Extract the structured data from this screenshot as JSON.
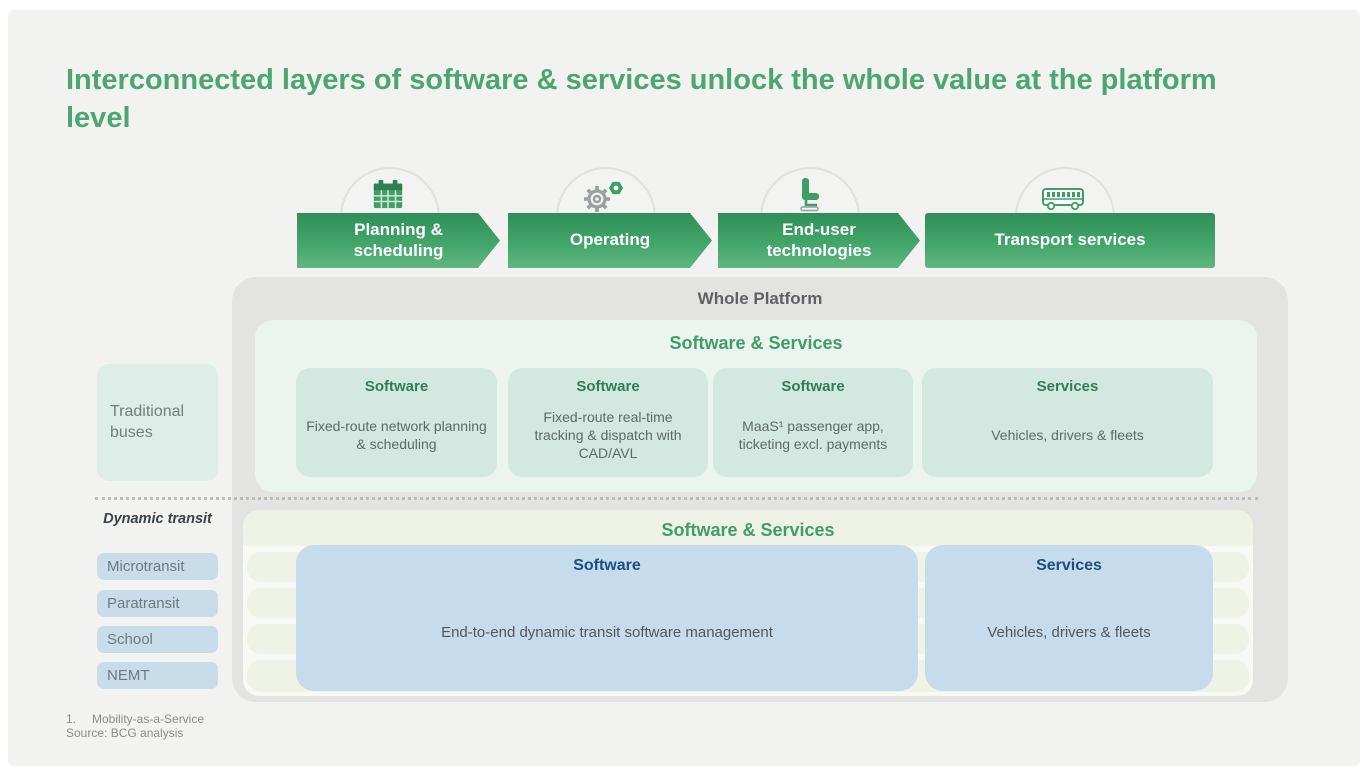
{
  "slide_title": "Interconnected layers of software & services unlock the whole value at the platform level",
  "stages": [
    {
      "label": "Planning & scheduling",
      "icon": "calendar-icon"
    },
    {
      "label": "Operating",
      "icon": "gears-icon"
    },
    {
      "label": "End-user technologies",
      "icon": "seat-icon"
    },
    {
      "label": "Transport services",
      "icon": "bus-icon"
    }
  ],
  "platform": {
    "title": "Whole Platform",
    "traditional_section": {
      "heading": "Software & Services",
      "boxes": [
        {
          "title": "Software",
          "body": "Fixed-route network planning & scheduling"
        },
        {
          "title": "Software",
          "body": "Fixed-route real-time tracking & dispatch with CAD/AVL"
        },
        {
          "title": "Software",
          "body": "MaaS¹ passenger app, ticketing excl. payments"
        },
        {
          "title": "Services",
          "body": "Vehicles, drivers & fleets"
        }
      ]
    },
    "dynamic_section": {
      "heading": "Software & Services",
      "boxes": [
        {
          "title": "Software",
          "body": "End-to-end dynamic transit software management"
        },
        {
          "title": "Services",
          "body": "Vehicles, drivers & fleets"
        }
      ]
    }
  },
  "sidebar": {
    "traditional_label": "Traditional buses",
    "dynamic_label": "Dynamic transit",
    "dynamic_items": [
      "Microtransit",
      "Paratransit",
      "School",
      "NEMT"
    ]
  },
  "footnotes": {
    "note_marker": "1.",
    "note_text": "Mobility-as-a-Service",
    "source": "Source: BCG analysis"
  },
  "colors": {
    "title_green": "#4ca672",
    "chevron_green_dark": "#2e8f58",
    "chevron_green_light": "#5fb681",
    "section_heading_green": "#3f9e68",
    "box_title_green": "#2e7f56",
    "navy_title": "#1d4e7e",
    "mint_panel_bg": "#ecf4ef",
    "teal_box_bg": "#d3e8e1",
    "cream_row_bg": "#eff3e6",
    "blue_box_bg": "#c6dcec",
    "pill_bg": "#c9dcea",
    "gray_container_bg": "#e3e3e2"
  }
}
